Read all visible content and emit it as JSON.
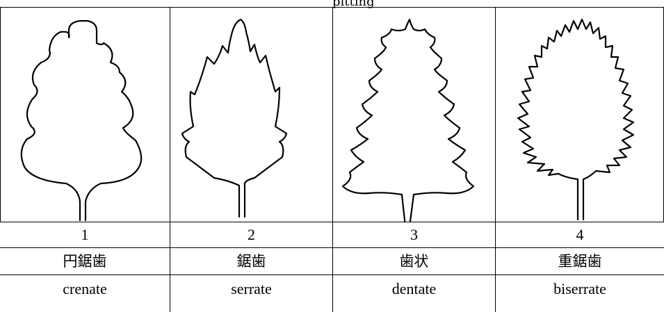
{
  "caption": "pitting",
  "columns": [
    {
      "number": "1",
      "japanese": "円鋸歯",
      "english": "crenate",
      "icon": "crenate-leaf-icon"
    },
    {
      "number": "2",
      "japanese": "鋸歯",
      "english": "serrate",
      "icon": "serrate-leaf-icon"
    },
    {
      "number": "3",
      "japanese": "歯状",
      "english": "dentate",
      "icon": "dentate-leaf-icon"
    },
    {
      "number": "4",
      "japanese": "重鋸歯",
      "english": "biserrate",
      "icon": "biserrate-leaf-icon"
    }
  ]
}
